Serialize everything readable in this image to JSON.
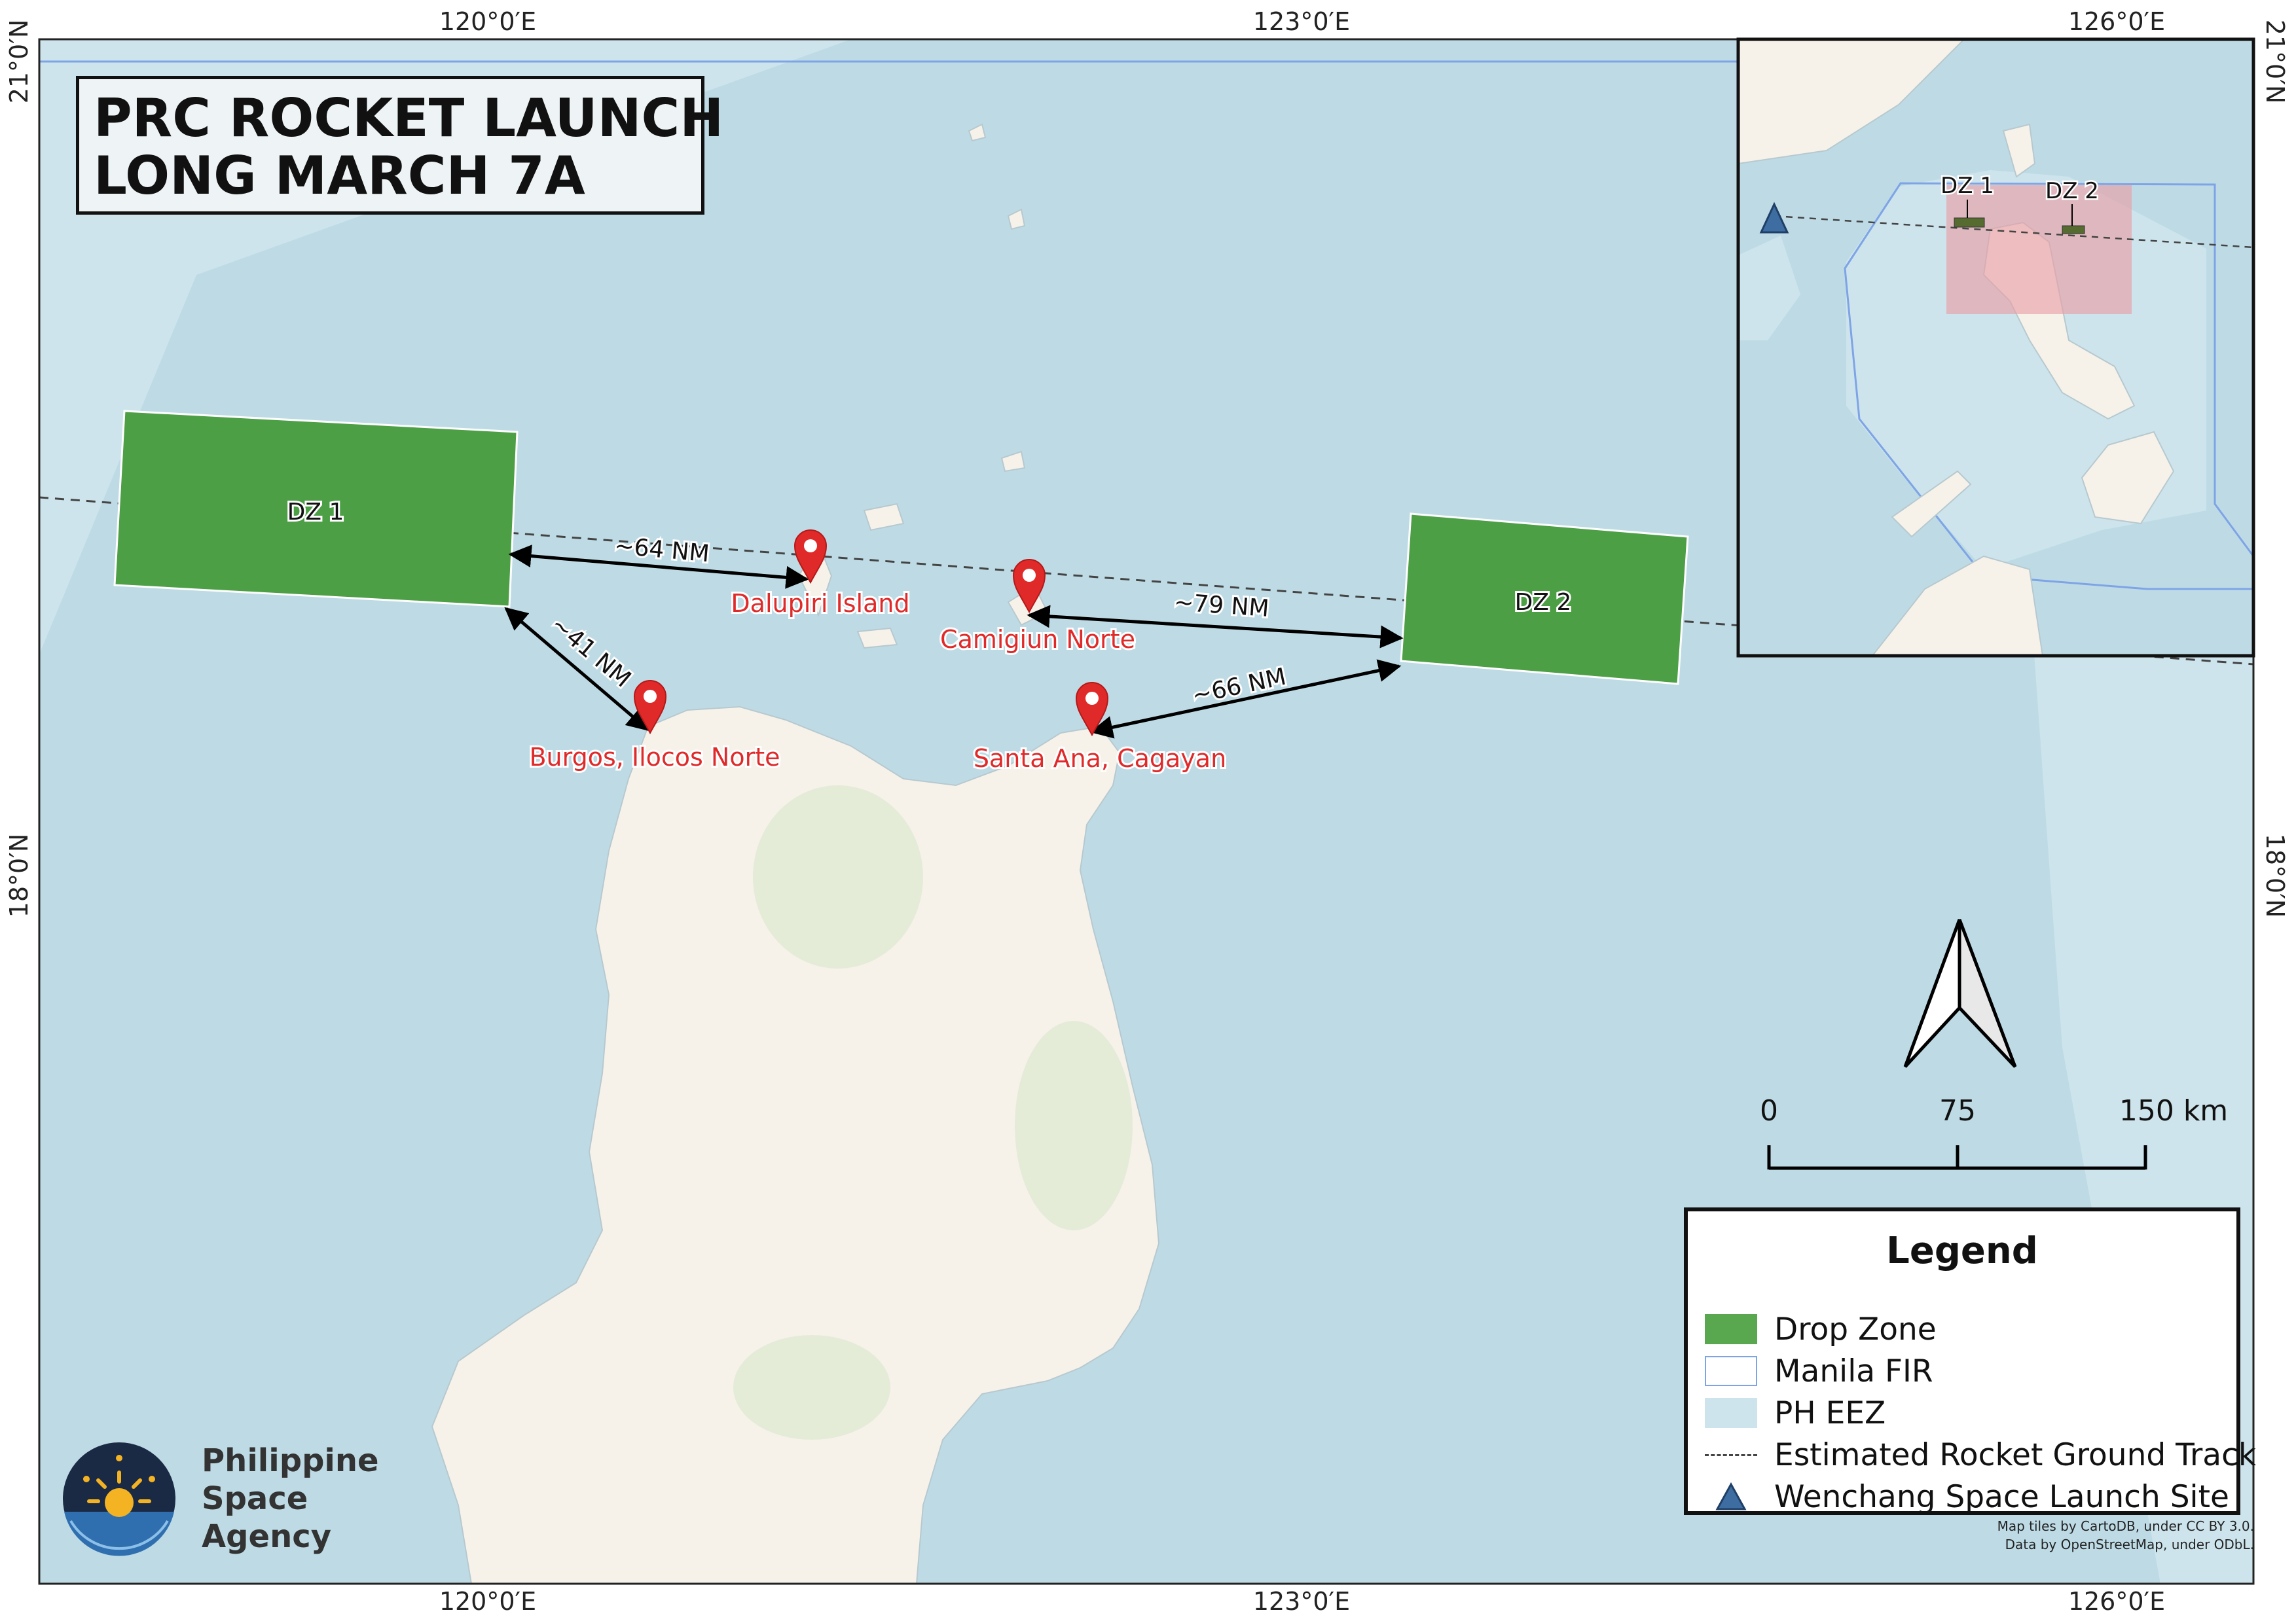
{
  "title": {
    "line1": "PRC ROCKET LAUNCH",
    "line2": "LONG MARCH 7A"
  },
  "grid_labels": {
    "top": [
      "120°0′E",
      "123°0′E",
      "126°0′E"
    ],
    "bottom": [
      "120°0′E",
      "123°0′E",
      "126°0′E"
    ],
    "left": [
      "21°0′N",
      "18°0′N"
    ],
    "right": [
      "21°0′N",
      "18°0′N"
    ]
  },
  "drop_zones": [
    "DZ 1",
    "DZ 2"
  ],
  "places": [
    "Dalupiri Island",
    "Camigiun Norte",
    "Burgos, Ilocos Norte",
    "Santa Ana, Cagayan"
  ],
  "distances": [
    "~64 NM",
    "~41 NM",
    "~79 NM",
    "~66 NM"
  ],
  "inset": {
    "dz1": "DZ 1",
    "dz2": "DZ 2"
  },
  "scale_bar": {
    "labels": [
      "0",
      "75",
      "150 km"
    ]
  },
  "legend": {
    "title": "Legend",
    "items": [
      "Drop Zone",
      "Manila FIR",
      "PH EEZ",
      "Estimated Rocket Ground Track",
      "Wenchang Space Launch Site"
    ]
  },
  "attribution": {
    "line1": "Map tiles by CartoDB, under CC BY 3.0.",
    "line2": "Data by OpenStreetMap, under ODbL."
  },
  "agency": {
    "line1": "Philippine",
    "line2": "Space",
    "line3": "Agency"
  },
  "colors": {
    "sea": "#bedbe5",
    "eez": "#cde4ec",
    "land": "#f6f2ea",
    "drop_zone": "#4c9f45",
    "marker": "#e02a2a",
    "fir": "#7ea4e6",
    "inset_box": "#e8a0a8"
  }
}
